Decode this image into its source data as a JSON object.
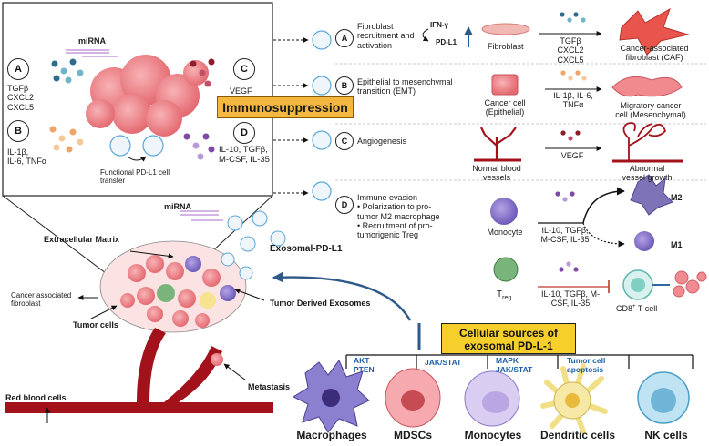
{
  "inset": {
    "circle_a": "A",
    "circle_b": "B",
    "circle_c": "C",
    "circle_d": "D",
    "mirna": "miRNA",
    "tgfb_list": "TGFβ\nCXCL2\nCXCL5",
    "il_list": "IL-1β,\nIL-6, TNFα",
    "vegf": "VEGF",
    "d_list": "IL-10, TGFβ,\nM-CSF, IL-35",
    "pdl1_transfer": "Functional PD-L1 cell\ntransfer"
  },
  "immunosuppression": "Immunosuppression",
  "rows": {
    "a": {
      "letter": "A",
      "title": "Fibroblast\nrecruitment and\nactivation",
      "ifn": "IFN-γ",
      "pdl1": "PD-L1",
      "fibroblast": "Fibroblast",
      "factors": "TGFβ\nCXCL2\nCXCL5",
      "caf": "Cancer-associated\nfibroblast (CAF)"
    },
    "b": {
      "letter": "B",
      "title": "Epithelial to mesenchymal\ntransition (EMT)",
      "cancer_cell": "Cancer cell\n(Epithelial)",
      "factors": "IL-1β, IL-6,\nTNFα",
      "migratory": "Migratory cancer\ncell (Mesenchymal)"
    },
    "c": {
      "letter": "C",
      "title": "Angiogenesis",
      "normal": "Normal blood\nvessels",
      "factor": "VEGF",
      "abnormal": "Abnormal\nvessel growth"
    },
    "d": {
      "letter": "D",
      "title": "Immune evasion\n• Polarization to pro-\ntumor M2 macrophage\n• Recruitment of pro-\ntumorigenic Treg",
      "monocyte": "Monocyte",
      "factors1": "IL-10, TGFβ,\nM-CSF, IL-35",
      "m2": "M2",
      "m1": "M1",
      "treg": "T",
      "treg_sub": "reg",
      "factors2": "IL-10, TGFβ, M-\nCSF, IL-35",
      "cd8": "CD8",
      "cd8_sup": "+",
      "cd8_rest": " T cell"
    }
  },
  "tumor": {
    "mirna": "miRNA",
    "ecm": "Extracellular Matrix",
    "exosomal": "Exosomal-PD-L1",
    "caf": "Cancer associated\nfibroblast",
    "tumor_cells": "Tumor cells",
    "tde": "Tumor Derived Exosomes",
    "metastasis": "Metastasis",
    "rbc": "Red blood cells"
  },
  "cellular_sources": "Cellular sources of\nexosomal PD-L-1",
  "pathways": {
    "akt": "AKT\nPTEN",
    "jak": "JAK/STAT",
    "mapk": "MAPK\nJAK/STAT",
    "apoptosis": "Tumor cell\napoptosis"
  },
  "cells": {
    "macrophages": "Macrophages",
    "mdscs": "MDSCs",
    "monocytes": "Monocytes",
    "dendritic": "Dendritic cells",
    "nk": "NK cells"
  },
  "colors": {
    "banner": "#f4b73f",
    "banner2": "#f6cf2c",
    "pathway_blue": "#1f5fa8",
    "vessel": "#a3121b"
  }
}
